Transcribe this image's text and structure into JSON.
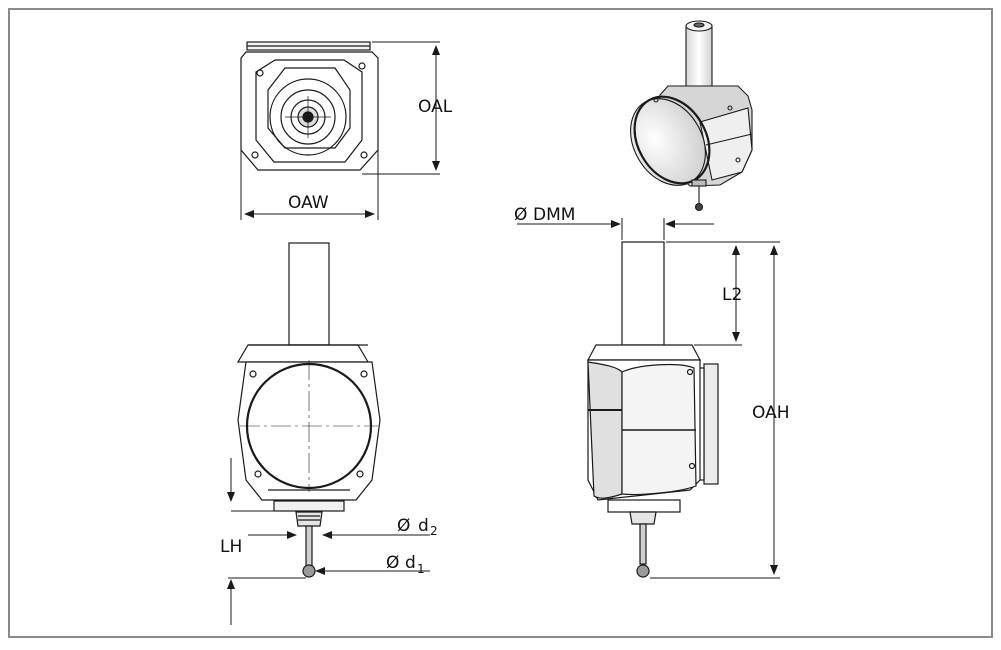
{
  "labels": {
    "oal": "OAL",
    "oaw": "OAW",
    "dmm_symbol": "Ø",
    "dmm": "DMM",
    "l2": "L2",
    "oah": "OAH",
    "lh": "LH",
    "d2_symbol": "Ø",
    "d2_base": "d",
    "d2_sub": "2",
    "d1_symbol": "Ø",
    "d1_base": "d",
    "d1_sub": "1"
  },
  "colors": {
    "border": "#8a8a8a",
    "line": "#1a1a1a",
    "shade": "#e6e6e6"
  }
}
